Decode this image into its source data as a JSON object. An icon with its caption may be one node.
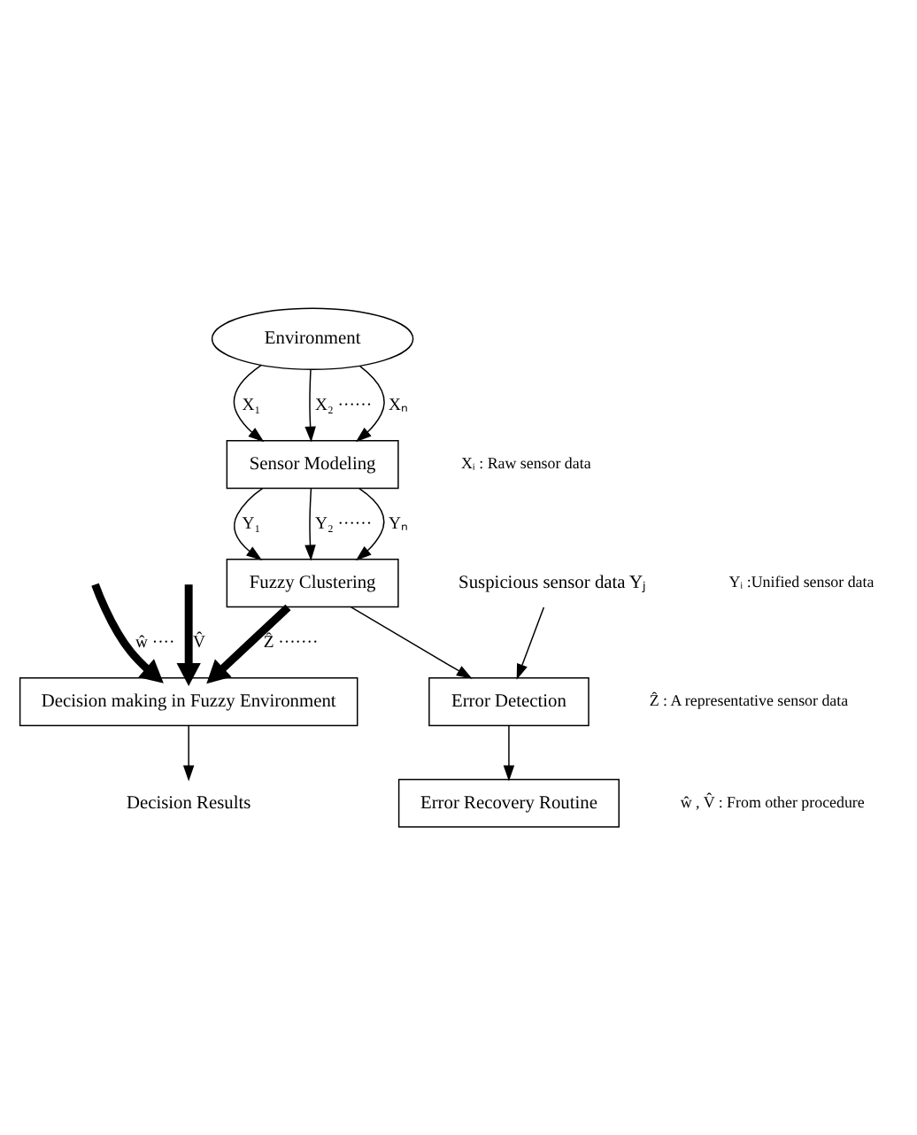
{
  "diagram": {
    "nodes": [
      {
        "text": [
          "Environment"
        ]
      },
      {
        "text": [
          "Sensor Modeling"
        ]
      },
      {
        "text": [
          "Fuzzy Clustering"
        ]
      },
      {
        "text": [
          "Decision making in Fuzzy Environment"
        ]
      },
      {
        "text": [
          "Decision Results"
        ]
      },
      {
        "text": [
          "Suspicious sensor data Yⱼ"
        ]
      },
      {
        "text": [
          "Error Detection"
        ]
      },
      {
        "text": [
          "Error Recovery Routine"
        ]
      }
    ],
    "edges": [
      {
        "from": 0,
        "to": 1,
        "arrow": "to",
        "label": "X₁"
      },
      {
        "from": 0,
        "to": 1,
        "arrow": "to",
        "label": "X₂ ······"
      },
      {
        "from": 0,
        "to": 1,
        "arrow": "to",
        "label": "Xₙ"
      },
      {
        "from": 1,
        "to": 2,
        "arrow": "to",
        "label": "Y₁"
      },
      {
        "from": 1,
        "to": 2,
        "arrow": "to",
        "label": "Y₂ ······"
      },
      {
        "from": 1,
        "to": 2,
        "arrow": "to",
        "label": "Yₙ"
      },
      {
        "from": 2,
        "to": 3,
        "arrow": "to",
        "label": "Ẑ ·······",
        "style": "thick"
      },
      {
        "from": null,
        "to": 3,
        "arrow": "to",
        "label": "ŵ ····",
        "style": "thick"
      },
      {
        "from": null,
        "to": 3,
        "arrow": "to",
        "label": "V̂",
        "style": "thick"
      },
      {
        "from": 2,
        "to": 6,
        "arrow": "to"
      },
      {
        "from": 3,
        "to": 4,
        "arrow": "to"
      },
      {
        "from": 5,
        "to": 6,
        "arrow": "to"
      },
      {
        "from": 6,
        "to": 7,
        "arrow": "to"
      }
    ],
    "labels": [
      "Xᵢ : Raw sensor data",
      "Yᵢ :Unified sensor data",
      "Ẑ : A representative sensor data",
      "ŵ , V̂ : From other procedure"
    ]
  }
}
